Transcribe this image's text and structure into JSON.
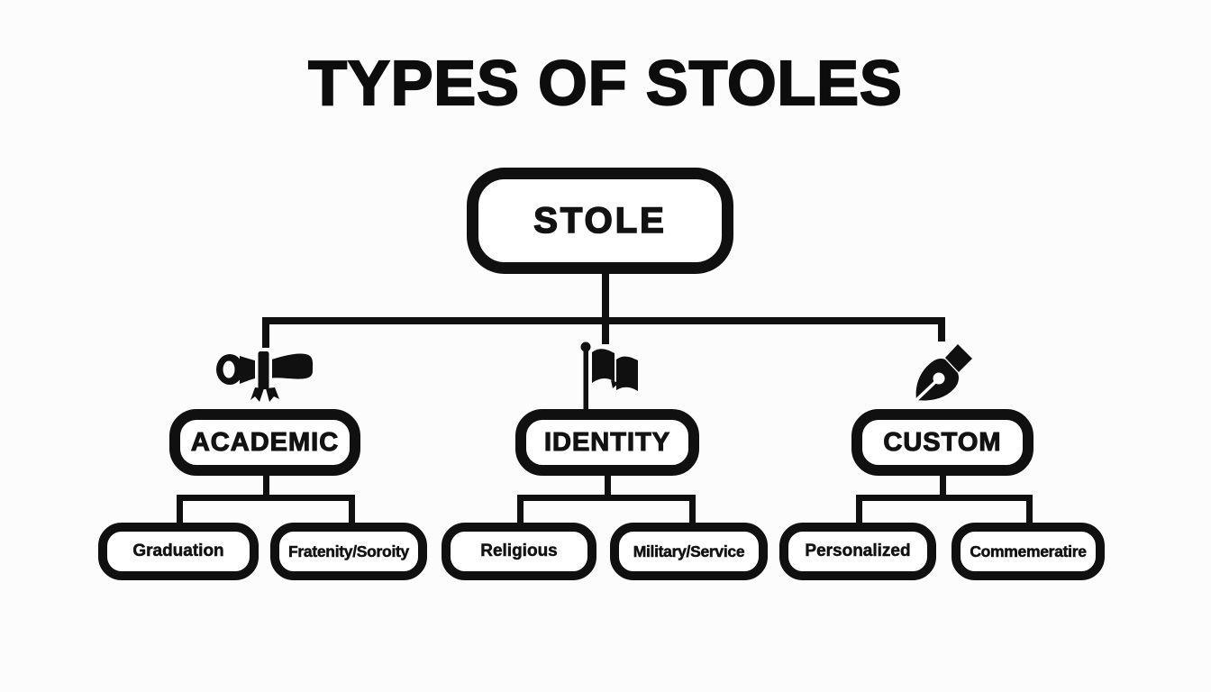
{
  "title": "TYPES OF STOLES",
  "colors": {
    "ink": "#101010",
    "background": "#fcfcfc",
    "node_fill": "#ffffff"
  },
  "chart_data": {
    "type": "tree-diagram",
    "title": "TYPES OF STOLES",
    "root": {
      "label": "STOLE"
    },
    "branches": [
      {
        "label": "ACADEMIC",
        "icon": "diploma-scroll",
        "children": [
          "Graduation",
          "Fratenity/Soroity"
        ]
      },
      {
        "label": "IDENTITY",
        "icon": "flag",
        "children": [
          "Religious",
          "Military/Service"
        ]
      },
      {
        "label": "CUSTOM",
        "icon": "pen-nib",
        "children": [
          "Personalized",
          "Commemeratire"
        ]
      }
    ]
  }
}
